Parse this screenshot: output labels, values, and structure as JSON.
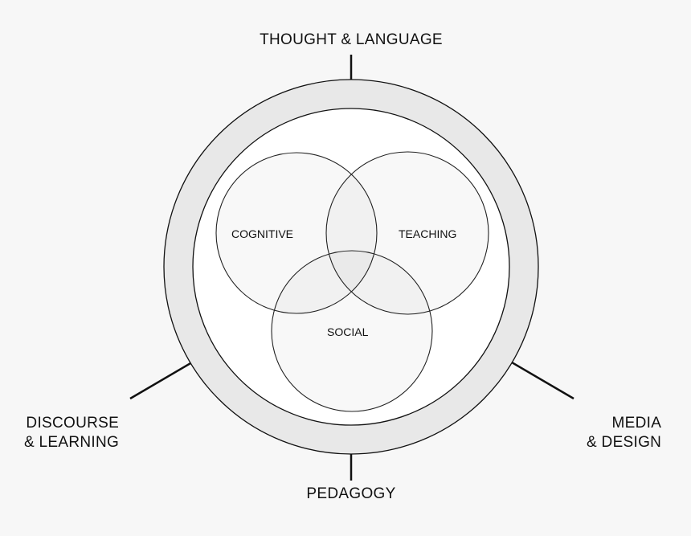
{
  "diagram": {
    "outer_labels": {
      "top": "THOUGHT & LANGUAGE",
      "bottom": "PEDAGOGY",
      "left_line1": "DISCOURSE",
      "left_line2": "& LEARNING",
      "right_line1": "MEDIA",
      "right_line2": "& DESIGN"
    },
    "venn_labels": {
      "cognitive": "COGNITIVE",
      "teaching": "TEACHING",
      "social": "SOCIAL"
    }
  },
  "colors": {
    "background": "#f7f7f7",
    "ring_fill": "#e8e8e8",
    "inner_fill": "#ffffff",
    "stroke": "#111111"
  }
}
